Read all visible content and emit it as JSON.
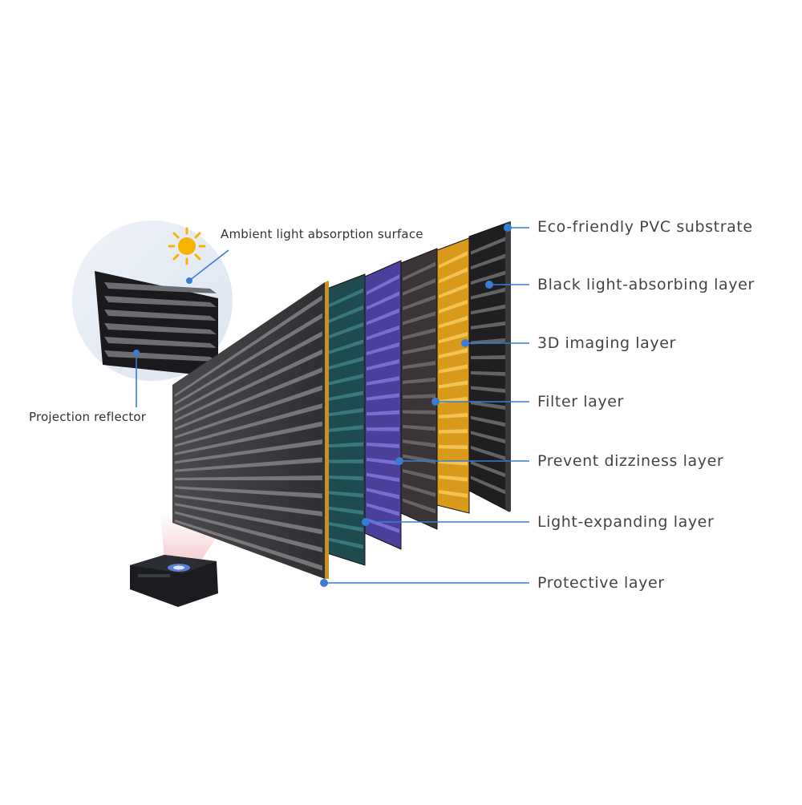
{
  "diagram": {
    "layers": [
      {
        "label": "Eco-friendly PVC substrate",
        "color": "#2b2b2e"
      },
      {
        "label": "Black light-absorbing layer",
        "color": "#1f1f22"
      },
      {
        "label": "3D imaging layer",
        "color": "#d99a1c"
      },
      {
        "label": "Filter layer",
        "color": "#3a3436"
      },
      {
        "label": "Prevent dizziness layer",
        "color": "#4a3f9a"
      },
      {
        "label": "Light-expanding layer",
        "color": "#1f4a50"
      },
      {
        "label": "Protective layer",
        "color": "#3c3c3e"
      }
    ],
    "inset": {
      "top_label": "Ambient light absorption surface",
      "bottom_label": "Projection reflector"
    },
    "accent_color": "#3a7bd5",
    "icons": [
      "sun-icon",
      "projector-icon"
    ]
  }
}
